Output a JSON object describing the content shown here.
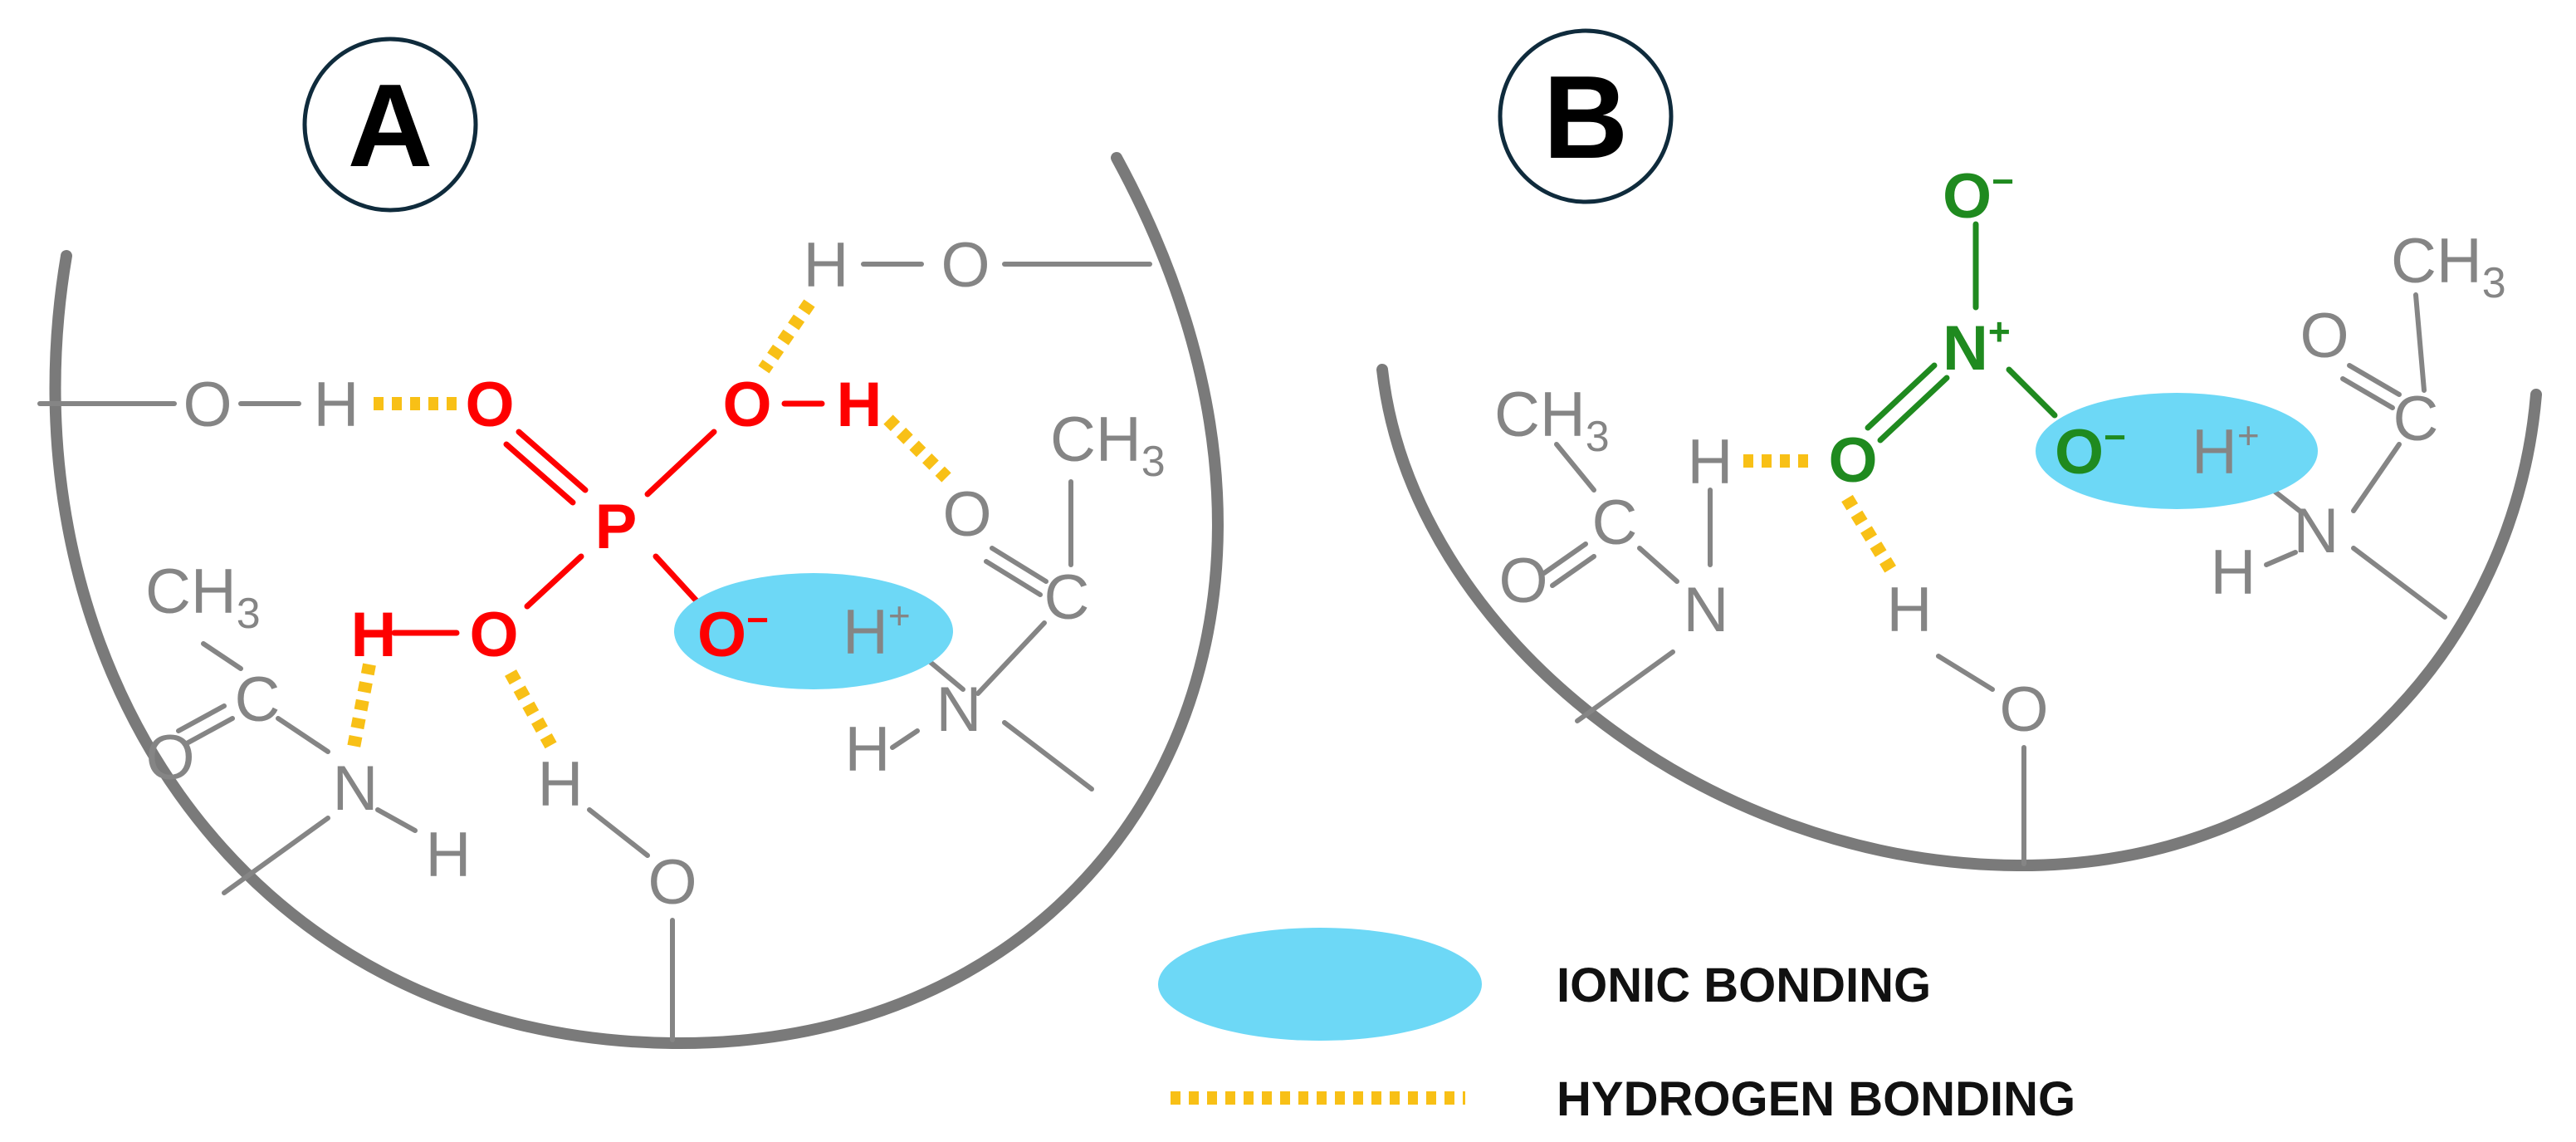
{
  "panels": {
    "a": {
      "letter": "A",
      "atoms": {
        "o1": "O",
        "h1": "H",
        "h2": "H",
        "o2": "O",
        "red_o_double": "O",
        "red_o_top": "O",
        "red_h_top": "H",
        "red_p": "P",
        "red_h_left": "H",
        "red_o_left": "O",
        "red_o_minus": "O",
        "ch3_right_c": "CH",
        "ch3_right_sub": "3",
        "c_right": "C",
        "o_right": "O",
        "hplus_right": "H",
        "n_right": "N",
        "h_right": "H",
        "ch3_left_c": "CH",
        "ch3_left_sub": "3",
        "c_left": "C",
        "o_left": "O",
        "n_left": "N",
        "h_left": "H",
        "h_bottom": "H",
        "o_bottom": "O"
      }
    },
    "b": {
      "letter": "B",
      "atoms": {
        "o_top": "O",
        "n_plus": "N",
        "o_left": "O",
        "o_minus": "O",
        "ch3_left_c": "CH",
        "ch3_left_sub": "3",
        "c_left": "C",
        "o_left_grey": "O",
        "h_left": "H",
        "n_left": "N",
        "h_bottom": "H",
        "o_bottom": "O",
        "ch3_right_c": "CH",
        "ch3_right_sub": "3",
        "o_right": "O",
        "c_right": "C",
        "hplus_right": "H",
        "n_right": "N",
        "h_right": "H"
      }
    }
  },
  "charges": {
    "minus": "−",
    "plus": "+"
  },
  "legend": {
    "ionic": "IONIC BONDING",
    "hydrogen": "HYDROGEN BONDING"
  },
  "colors": {
    "ionic_fill": "#6dd8f6",
    "hydrogen_bond": "#f8c016",
    "phosphate": "#fe0000",
    "nitrate": "#1f8a1f",
    "wall": "#7a7a7a",
    "grey_atoms": "#858585"
  }
}
